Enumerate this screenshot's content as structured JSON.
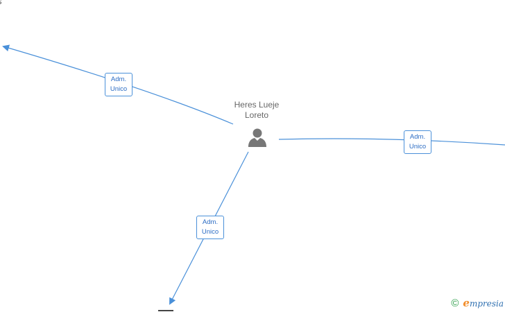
{
  "clipped_label": "s",
  "person": {
    "name_line1": "Heres Lueje",
    "name_line2": "Loreto",
    "icon": "person-icon"
  },
  "edges": [
    {
      "id": "left",
      "role_line1": "Adm.",
      "role_line2": "Unico"
    },
    {
      "id": "right",
      "role_line1": "Adm.",
      "role_line2": "Unico"
    },
    {
      "id": "bottom",
      "role_line1": "Adm.",
      "role_line2": "Unico"
    }
  ],
  "footer": {
    "copyright_symbol": "©",
    "brand_initial": "e",
    "brand_rest": "mpresia"
  },
  "colors": {
    "edge": "#4a90d9",
    "node_text": "#666666",
    "brand_green": "#2e9e4a",
    "brand_orange": "#f28c28"
  }
}
